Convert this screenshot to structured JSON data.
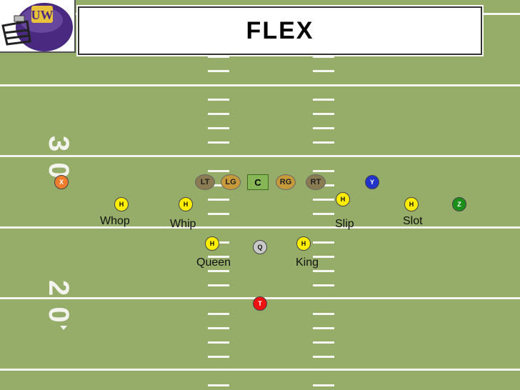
{
  "title": "FLEX",
  "logo": {
    "letters": "UW"
  },
  "yard_numbers": [
    "3 0",
    "2 0"
  ],
  "colors": {
    "field": "#96ad6a",
    "lines": "#f4f4ee",
    "h_player": "#ffee00",
    "x_player": "#ef7d2c",
    "y_player": "#2233cc",
    "z_player": "#1a8f1a",
    "tailback": "#ee1111",
    "qb": "#c8c8c8",
    "tackle": "#8a7b52",
    "guard": "#c69a3a",
    "center": "#87b656"
  },
  "players": {
    "x": "X",
    "y": "Y",
    "z": "Z",
    "lt": "LT",
    "lg": "LG",
    "c": "C",
    "rg": "RG",
    "rt": "RT",
    "q": "Q",
    "t": "T",
    "h": "H"
  },
  "labels": {
    "whop": "Whop",
    "whip": "Whip",
    "slip": "Slip",
    "slot": "Slot",
    "queen": "Queen",
    "king": "King"
  }
}
